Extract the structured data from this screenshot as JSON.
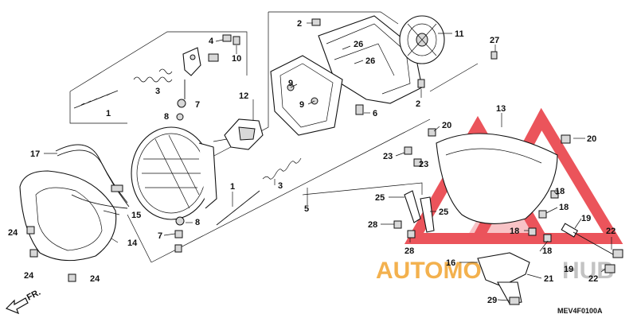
{
  "diagram": {
    "code": "MEV4F0100A",
    "fr_label": "FR.",
    "watermark": {
      "text_a": "AUTOMOTO",
      "text_b": "HUB",
      "color_a": "#f2a93b",
      "color_b": "#c8c8c8",
      "logo_color": "#e8373f"
    },
    "callouts": [
      {
        "id": "c-2a",
        "label": "2"
      },
      {
        "id": "c-11",
        "label": "11"
      },
      {
        "id": "c-4",
        "label": "4"
      },
      {
        "id": "c-10",
        "label": "10"
      },
      {
        "id": "c-26a",
        "label": "26"
      },
      {
        "id": "c-26b",
        "label": "26"
      },
      {
        "id": "c-27",
        "label": "27"
      },
      {
        "id": "c-3a",
        "label": "3"
      },
      {
        "id": "c-1a",
        "label": "1"
      },
      {
        "id": "c-7a",
        "label": "7"
      },
      {
        "id": "c-8a",
        "label": "8"
      },
      {
        "id": "c-12",
        "label": "12"
      },
      {
        "id": "c-9a",
        "label": "9"
      },
      {
        "id": "c-9b",
        "label": "9"
      },
      {
        "id": "c-6",
        "label": "6"
      },
      {
        "id": "c-2b",
        "label": "2"
      },
      {
        "id": "c-13",
        "label": "13"
      },
      {
        "id": "c-20a",
        "label": "20"
      },
      {
        "id": "c-20b",
        "label": "20"
      },
      {
        "id": "c-17",
        "label": "17"
      },
      {
        "id": "c-23a",
        "label": "23"
      },
      {
        "id": "c-23b",
        "label": "23"
      },
      {
        "id": "c-1b",
        "label": "1"
      },
      {
        "id": "c-3b",
        "label": "3"
      },
      {
        "id": "c-5",
        "label": "5"
      },
      {
        "id": "c-25a",
        "label": "25"
      },
      {
        "id": "c-25b",
        "label": "25"
      },
      {
        "id": "c-18a",
        "label": "18"
      },
      {
        "id": "c-18b",
        "label": "18"
      },
      {
        "id": "c-18c",
        "label": "18"
      },
      {
        "id": "c-18d",
        "label": "18"
      },
      {
        "id": "c-19a",
        "label": "19"
      },
      {
        "id": "c-19b",
        "label": "19"
      },
      {
        "id": "c-15",
        "label": "15"
      },
      {
        "id": "c-24a",
        "label": "24"
      },
      {
        "id": "c-24b",
        "label": "24"
      },
      {
        "id": "c-24c",
        "label": "24"
      },
      {
        "id": "c-14",
        "label": "14"
      },
      {
        "id": "c-8b",
        "label": "8"
      },
      {
        "id": "c-7b",
        "label": "7"
      },
      {
        "id": "c-28a",
        "label": "28"
      },
      {
        "id": "c-28b",
        "label": "28"
      },
      {
        "id": "c-22a",
        "label": "22"
      },
      {
        "id": "c-22b",
        "label": "22"
      },
      {
        "id": "c-16",
        "label": "16"
      },
      {
        "id": "c-21",
        "label": "21"
      },
      {
        "id": "c-29",
        "label": "29"
      }
    ]
  }
}
